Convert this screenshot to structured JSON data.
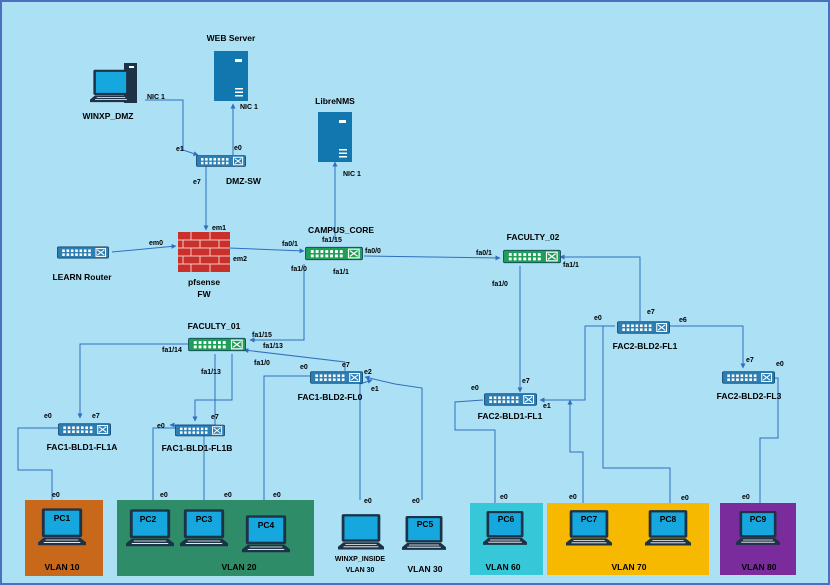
{
  "colors": {
    "background": "#ace0f5",
    "border": "#4d6fc0",
    "link": "#2f6fc0",
    "core_switch": "#1f9e57",
    "access_switch": "#2c7fb5",
    "server": "#1177ae",
    "firewall": "#c9302c",
    "vlan10": "#c8681a",
    "vlan20": "#2e8c68",
    "vlan60": "#36c7d8",
    "vlan70": "#f7b900",
    "vlan80": "#7a2c9c"
  },
  "devices": {
    "web_server": "WEB Server",
    "librenms": "LibreNMS",
    "winxp_dmz": "WINXP_DMZ",
    "dmz_sw": "DMZ-SW",
    "campus_core": "CAMPUS_CORE",
    "faculty_02": "FACULTY_02",
    "learn_router": "LEARN Router",
    "pfsense_line1": "pfsense",
    "pfsense_line2": "FW",
    "faculty_01": "FACULTY_01",
    "fac2_bld2_fl1": "FAC2-BLD2-FL1",
    "fac2_bld2_fl3": "FAC2-BLD2-FL3",
    "fac1_bld2_fl0": "FAC1-BLD2-FL0",
    "fac2_bld1_fl1": "FAC2-BLD1-FL1",
    "fac1_bld1_fl1a": "FAC1-BLD1-FL1A",
    "fac1_bld1_fl1b": "FAC1-BLD1-FL1B"
  },
  "ports": {
    "websrv_nic": "NIC 1",
    "winxp_nic": "NIC 1",
    "librenms_nic": "NIC 1",
    "dmz_e1": "e1",
    "dmz_e0": "e0",
    "dmz_e7": "e7",
    "fw_em1": "em1",
    "fw_em0": "em0",
    "fw_em2": "em2",
    "core_fa1_15": "fa1/15",
    "core_fa0_1": "fa0/1",
    "core_fa0_0": "fa0/0",
    "core_fa1_0": "fa1/0",
    "core_fa1_1": "fa1/1",
    "f02_fa0_1": "fa0/1",
    "f02_fa1_1": "fa1/1",
    "f02_fa1_0": "fa1/0",
    "f01_fa1_15": "fa1/15",
    "f01_fa1_14": "fa1/14",
    "f01_fa1_13a": "fa1/13",
    "f01_fa1_0": "fa1/0",
    "f01_fa1_13b": "fa1/13",
    "f2b2f1_e0": "e0",
    "f2b2f1_e7": "e7",
    "f2b2f1_e6": "e6",
    "f2b2f3_e7": "e7",
    "f2b2f3_e0": "e0",
    "f1b2f0_e0": "e0",
    "f1b2f0_e7": "e7",
    "f1b2f0_e2": "e2",
    "f1b2f0_e1": "e1",
    "f2b1f1_e0": "e0",
    "f2b1f1_e7": "e7",
    "f2b1f1_e1": "e1",
    "f1b1a_e0": "e0",
    "f1b1a_e7": "e7",
    "f1b1b_e0": "e0",
    "f1b1b_e7": "e7",
    "pc1_e0": "e0",
    "pc2_e0": "e0",
    "pc3_e0": "e0",
    "pc4_e0": "e0",
    "winxp_inside_e0": "e0",
    "pc5_e0": "e0",
    "pc6_e0": "e0",
    "pc7_e0": "e0",
    "pc8_e0": "e0",
    "pc9_e0": "e0"
  },
  "pcs": {
    "pc1": "PC1",
    "pc2": "PC2",
    "pc3": "PC3",
    "pc4": "PC4",
    "pc5": "PC5",
    "pc6": "PC6",
    "pc7": "PC7",
    "pc8": "PC8",
    "pc9": "PC9",
    "winxp_inside_line1": "WINXP_INSIDE",
    "winxp_inside_line2": "VLAN 30"
  },
  "vlans": {
    "vlan10": "VLAN 10",
    "vlan20": "VLAN 20",
    "vlan30": "VLAN 30",
    "vlan60": "VLAN 60",
    "vlan70": "VLAN 70",
    "vlan80": "VLAN 80"
  }
}
